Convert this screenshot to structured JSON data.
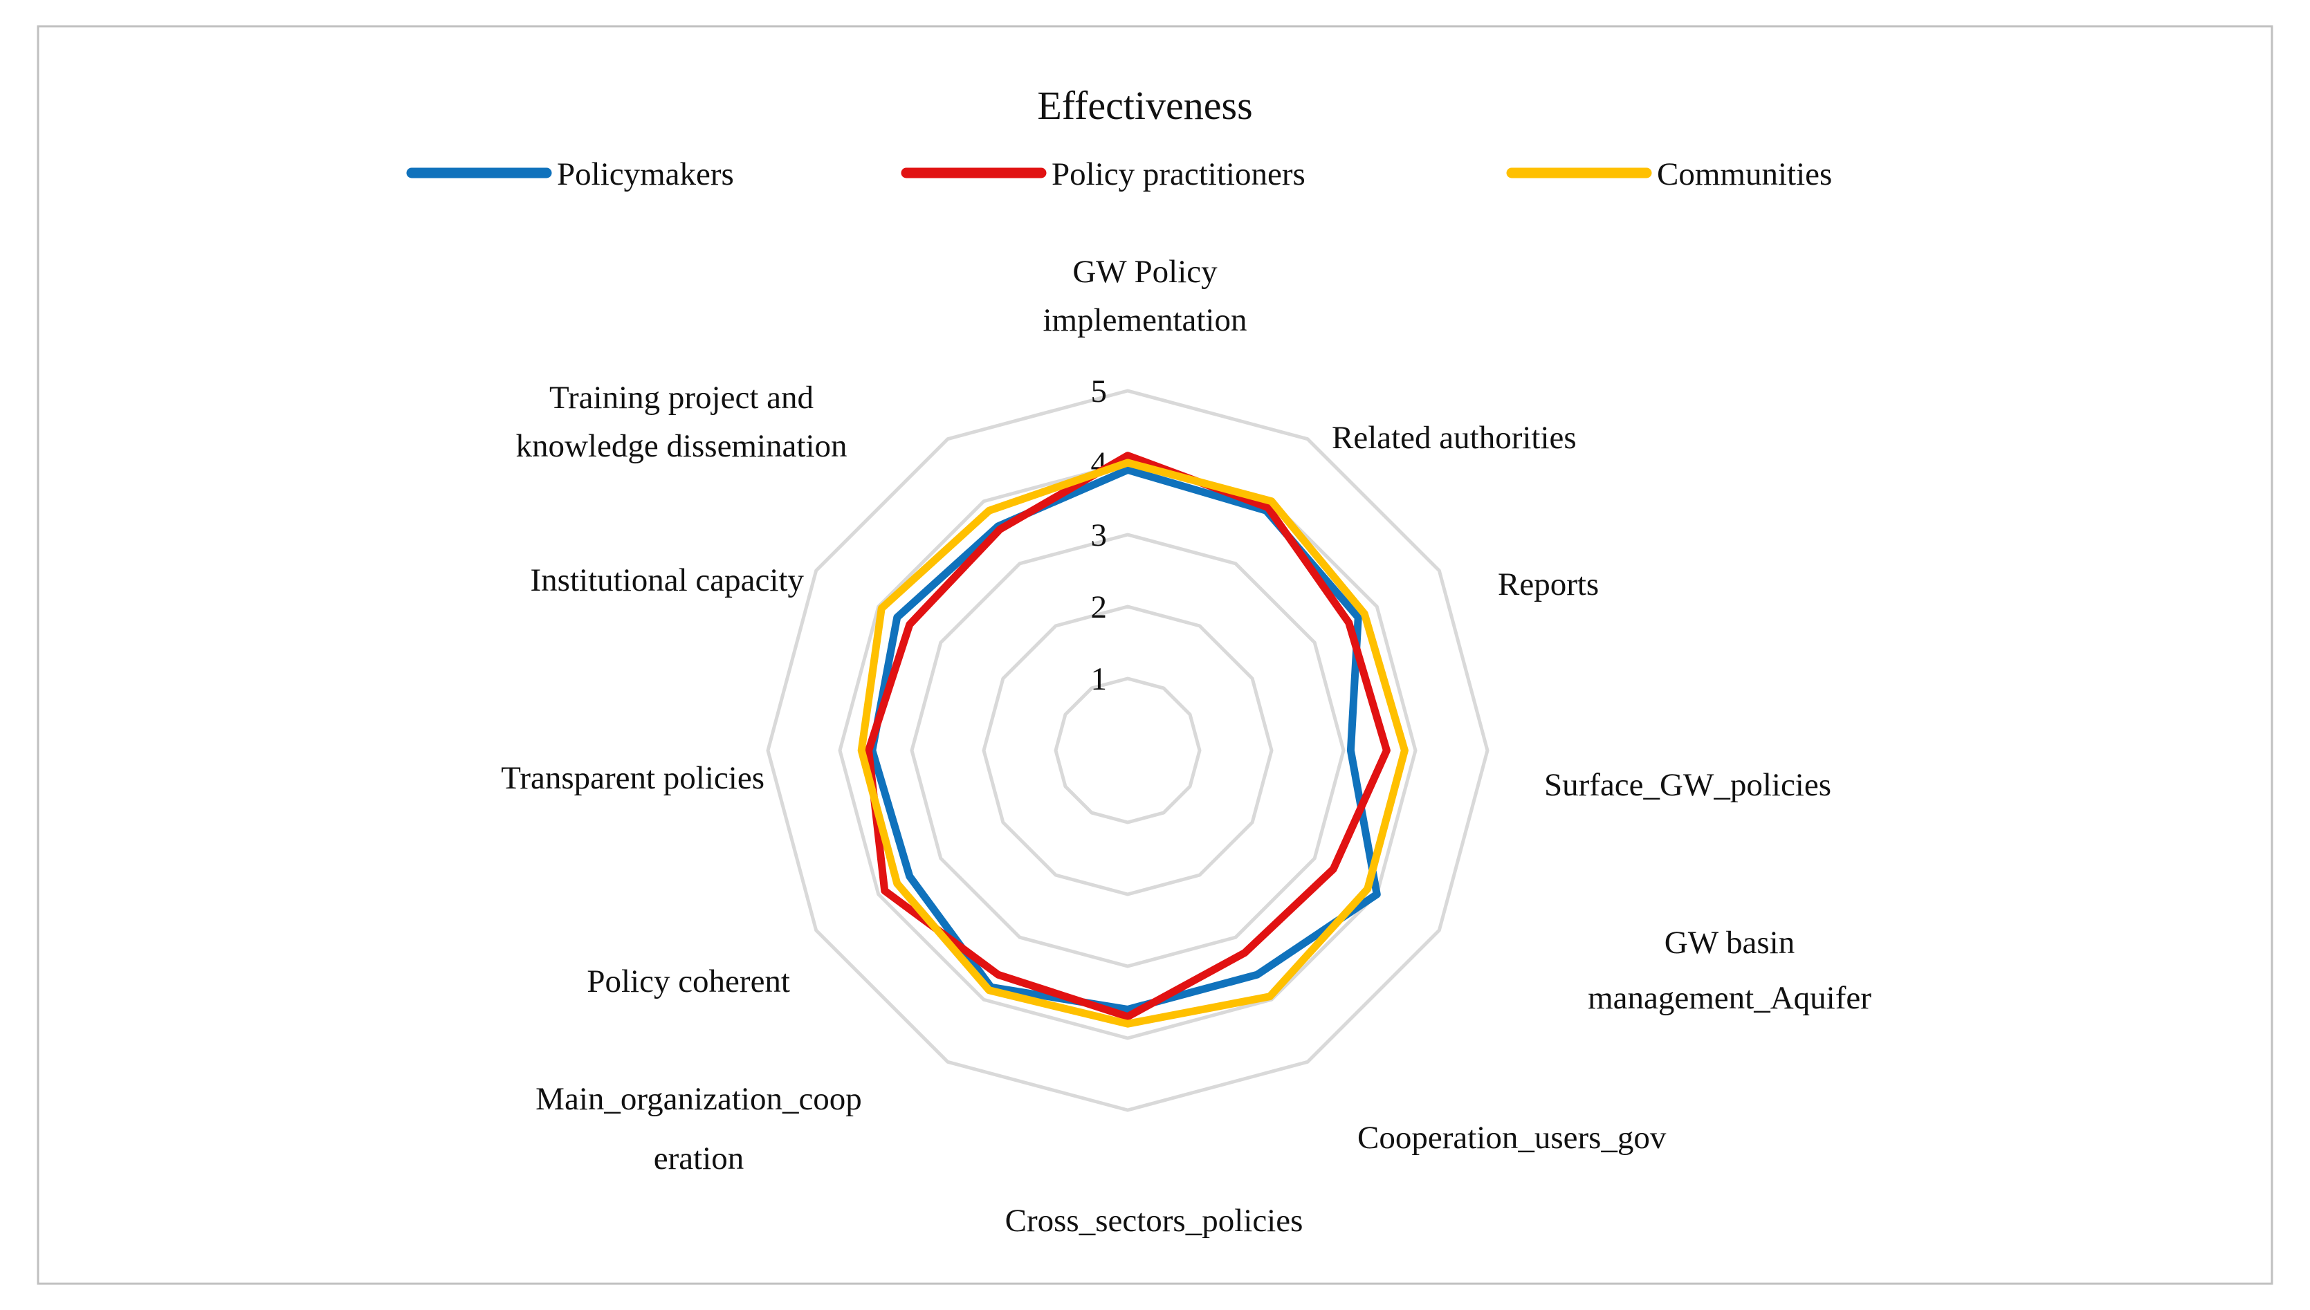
{
  "figure": {
    "background": "#FFFFFF",
    "border_color": "#C0C0C0"
  },
  "chart_data": {
    "type": "radar",
    "title": "Effectiveness",
    "axis": {
      "min": 0,
      "max": 5,
      "tick_labels": [
        "1",
        "2",
        "3",
        "4",
        "5"
      ],
      "grid": "on",
      "grid_color": "#D9D9D9",
      "rings": 5
    },
    "legend": {
      "position": "top",
      "entries": [
        {
          "label": "Policymakers",
          "color": "#1072BC"
        },
        {
          "label": "Policy practitioners",
          "color": "#E11212"
        },
        {
          "label": "Communities",
          "color": "#FFC000"
        }
      ]
    },
    "categories": [
      "GW Policy implementation",
      "Related authorities",
      "Reports",
      "Surface_GW_policies",
      "GW basin management_Aquifer",
      "Cooperation_users_gov",
      "Cross_sectors_policies",
      "Main_organization_cooperation",
      "Policy coherent",
      "Transparent policies",
      "Institutional capacity",
      "Training project and knowledge dissemination"
    ],
    "category_display_lines": [
      [
        "GW Policy",
        "implementation"
      ],
      [
        "Related authorities"
      ],
      [
        "Reports"
      ],
      [
        "Surface_GW_policies"
      ],
      [
        "GW basin",
        "management_Aquifer"
      ],
      [
        "Cooperation_users_gov"
      ],
      [
        "Cross_sectors_policies"
      ],
      [
        "Main_organization_coop",
        "eration"
      ],
      [
        "Policy coherent"
      ],
      [
        "Transparent policies"
      ],
      [
        "Institutional capacity"
      ],
      [
        "Training project and",
        "knowledge dissemination"
      ]
    ],
    "series": [
      {
        "name": "Policymakers",
        "color": "#1072BC",
        "values": [
          3.9,
          3.85,
          3.7,
          3.1,
          4.0,
          3.6,
          3.6,
          3.8,
          3.5,
          3.55,
          3.7,
          3.6
        ]
      },
      {
        "name": "Policy practitioners",
        "color": "#E11212",
        "values": [
          4.1,
          3.9,
          3.55,
          3.6,
          3.3,
          3.25,
          3.7,
          3.6,
          3.9,
          3.6,
          3.5,
          3.55
        ]
      },
      {
        "name": "Communities",
        "color": "#FFC000",
        "values": [
          4.0,
          4.0,
          3.8,
          3.85,
          3.85,
          3.95,
          3.8,
          3.85,
          3.7,
          3.7,
          3.95,
          3.85
        ]
      }
    ]
  }
}
